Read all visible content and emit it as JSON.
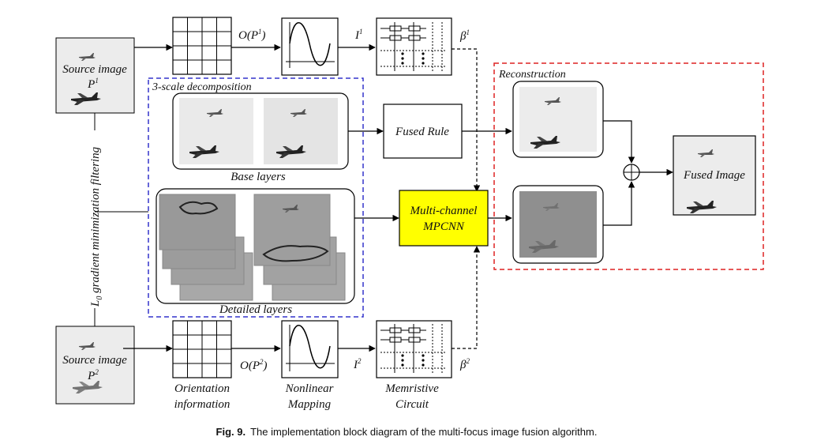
{
  "source1": {
    "line1": "Source image",
    "line2": "P",
    "sup": "1"
  },
  "source2": {
    "line1": "Source image",
    "line2": "P",
    "sup": "2"
  },
  "side_label": {
    "sub": "0",
    "main": " gradient minimization filtering",
    "prefix": "L"
  },
  "decomposition_title": "3-scale decomposition",
  "base_layers_label": "Base layers",
  "detailed_layers_label": "Detailed layers",
  "fused_rule_label": "Fused Rule",
  "mpcnn": {
    "line1": "Multi-channel",
    "line2": "MPCNN"
  },
  "reconstruction_title": "Reconstruction",
  "fused_image_label": "Fused Image",
  "o_p1": {
    "main": "O(P",
    "sup": "1",
    "close": ")"
  },
  "o_p2": {
    "main": "O(P",
    "sup": "2",
    "close": ")"
  },
  "i1": {
    "main": "I",
    "sup": "1"
  },
  "i2": {
    "main": "I",
    "sup": "2"
  },
  "beta1": {
    "main": "β",
    "sup": "1"
  },
  "beta2": {
    "main": "β",
    "sup": "2"
  },
  "orientation_label": {
    "line1": "Orientation",
    "line2": "information"
  },
  "nonlinear_label": {
    "line1": "Nonlinear",
    "line2": "Mapping"
  },
  "memristive_label": {
    "line1": "Memristive",
    "line2": "Circuit"
  },
  "caption": {
    "fig": "Fig. 9.",
    "text": "The implementation block diagram of the multi-focus image fusion algorithm."
  },
  "colors": {
    "mpcnn_fill": "#ffff00",
    "decomp_border": "#3333cc",
    "recon_border": "#dd2222"
  }
}
